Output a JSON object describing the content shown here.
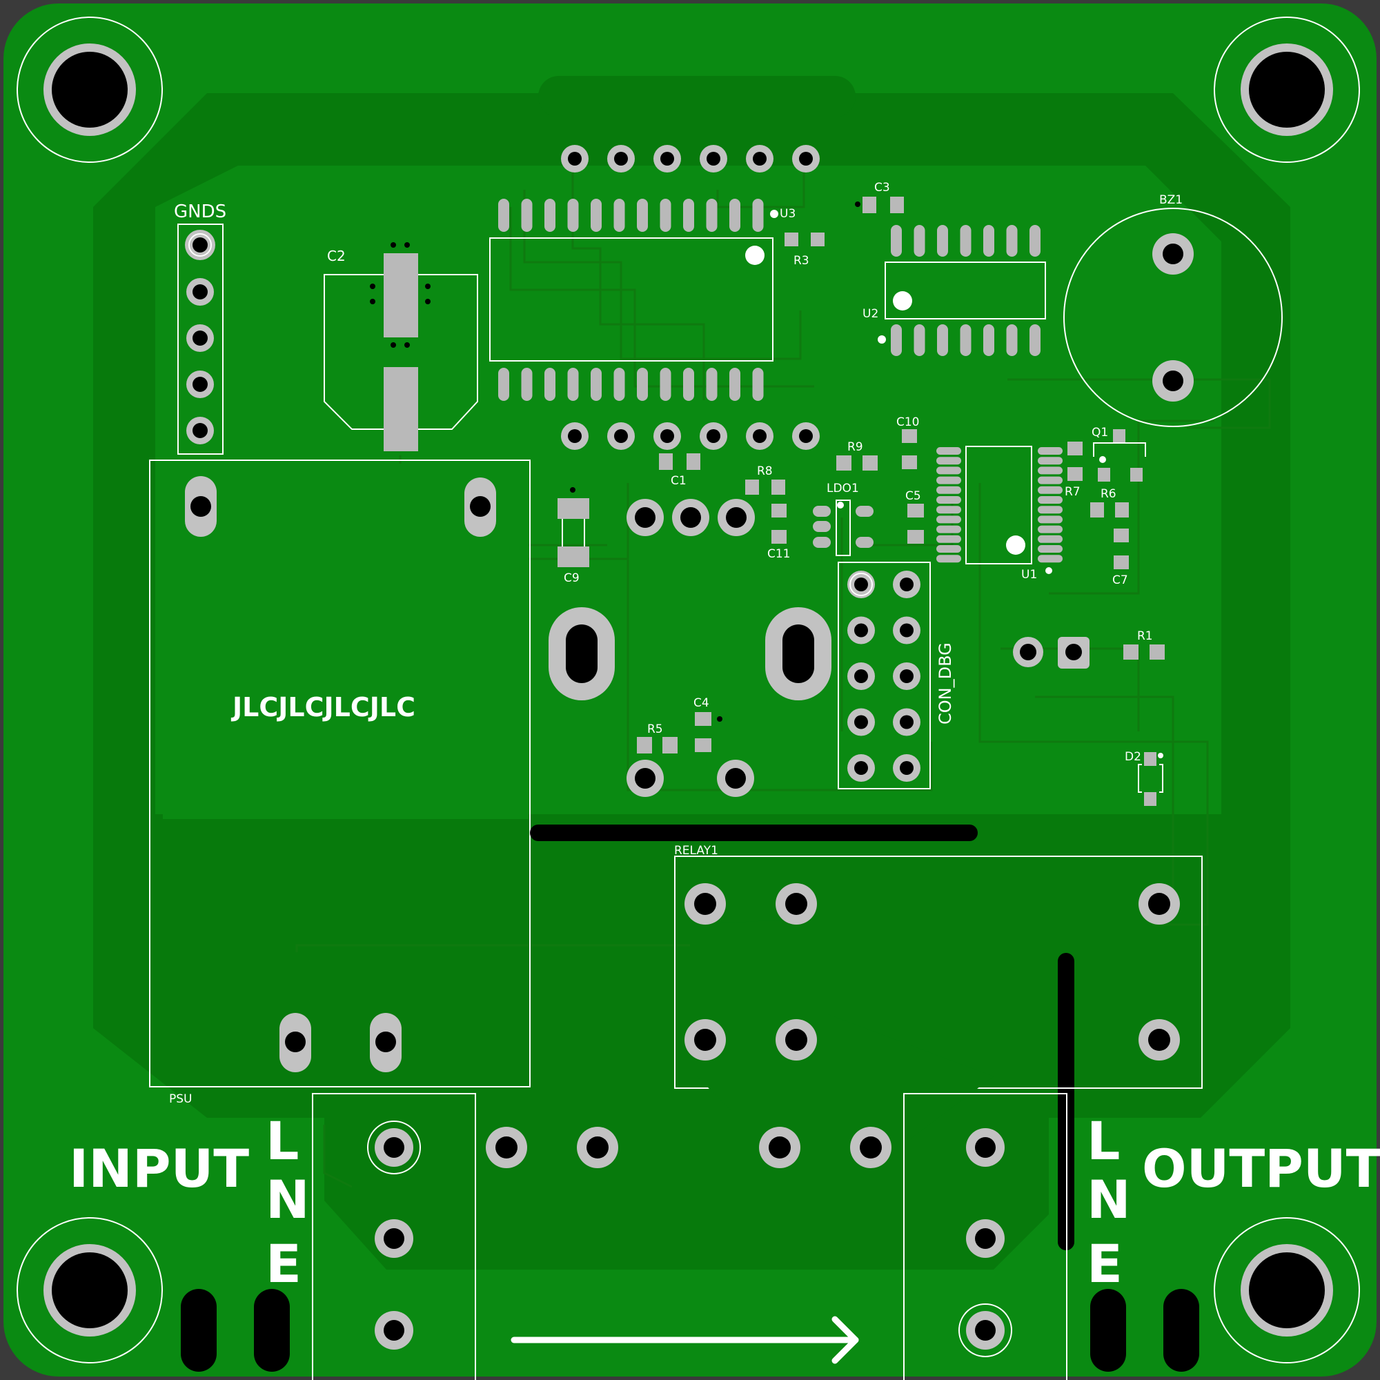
{
  "board": {
    "colors": {
      "background": "#3a3a3a",
      "substrate": "#0a8a12",
      "copper_pour": "#066b0a",
      "silkscreen": "#ffffff",
      "pad": "#b9b9b9",
      "drill": "#000000"
    }
  },
  "labels": {
    "gnds": "GNDS",
    "c2": "C2",
    "u3": "U3",
    "r3": "R3",
    "c3": "C3",
    "u2": "U2",
    "bz1": "BZ1",
    "c10": "C10",
    "r9": "R9",
    "q1": "Q1",
    "r7": "R7",
    "r6": "R6",
    "c1": "C1",
    "r8": "R8",
    "ldo1": "LDO1",
    "c5": "C5",
    "c11": "C11",
    "u1": "U1",
    "c7": "C7",
    "c9": "C9",
    "r1": "R1",
    "r5": "R5",
    "c4": "C4",
    "con_dbg": "CON_DBG",
    "d2": "D2",
    "relay1": "RELAY1",
    "psu": "PSU",
    "jlc": "JLCJLCJLCJLC",
    "input": "INPUT",
    "output": "OUTPUT",
    "in_l": "L",
    "in_n": "N",
    "in_e": "E",
    "out_l": "L",
    "out_n": "N",
    "out_e": "E"
  }
}
